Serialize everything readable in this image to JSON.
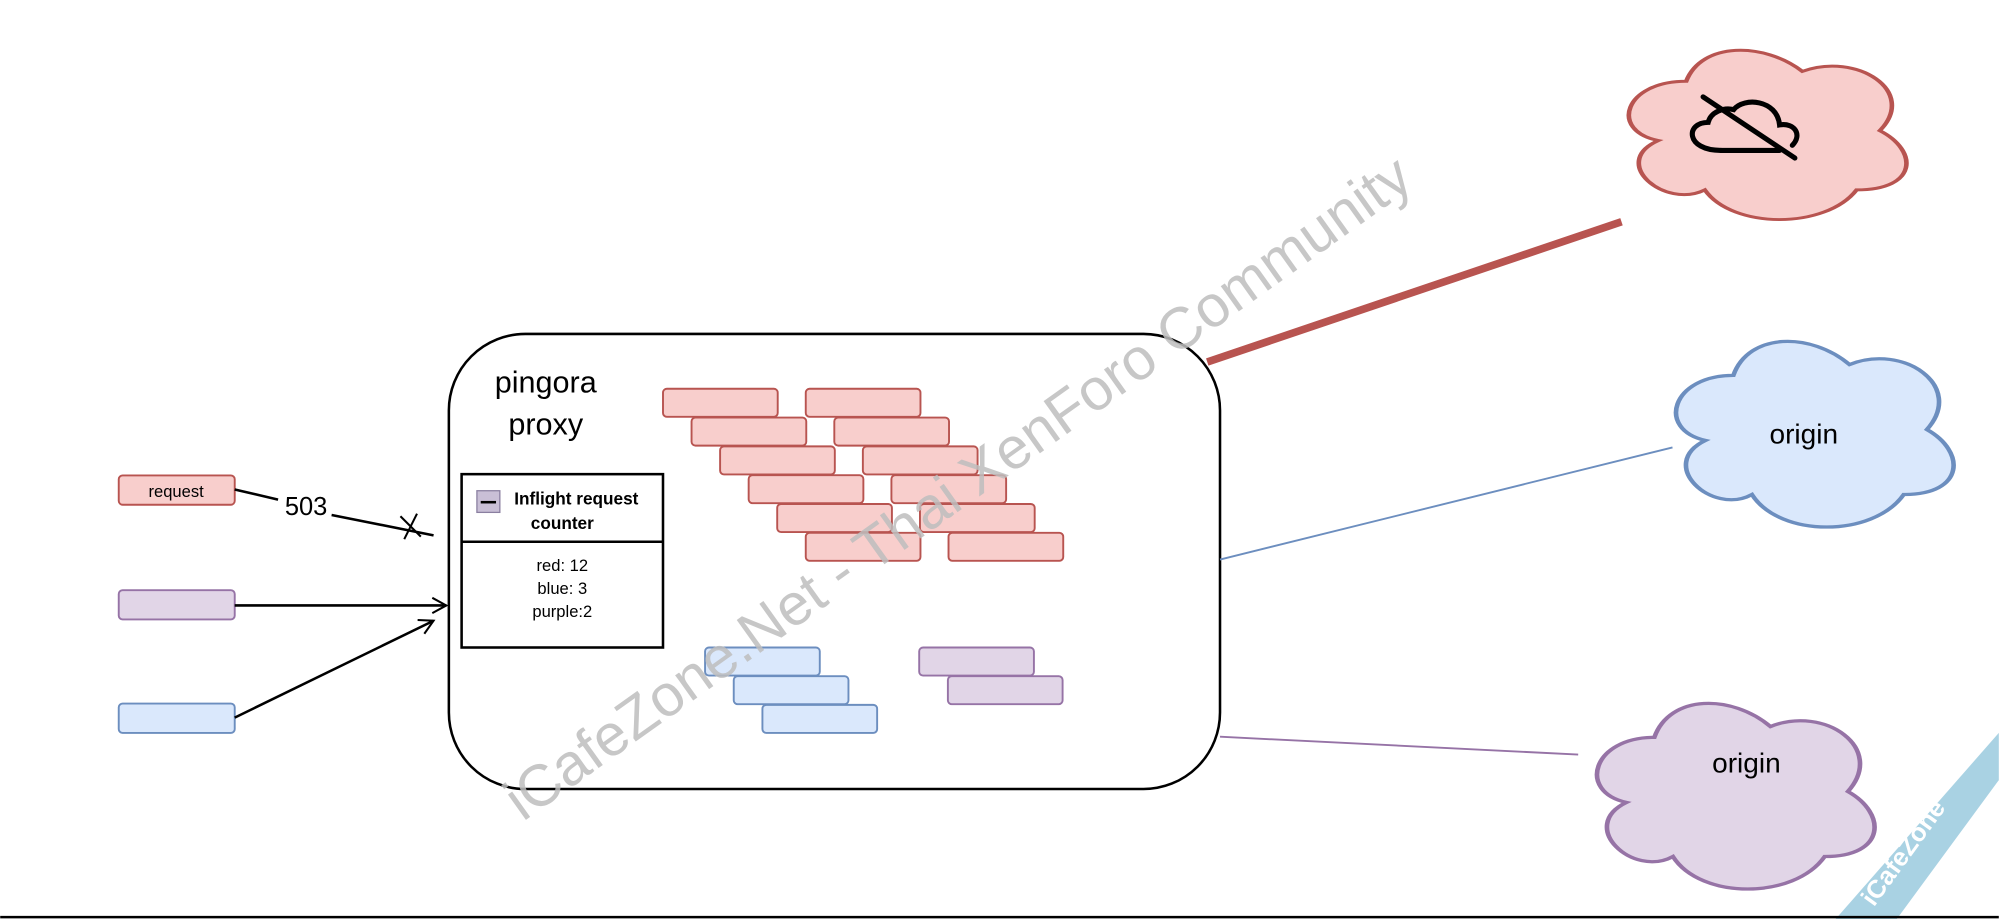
{
  "client_requests": {
    "red_label": "request",
    "rejected_status": "503"
  },
  "proxy": {
    "title_line1": "pingora",
    "title_line2": "proxy",
    "counter": {
      "title_line1": "Inflight request",
      "title_line2": "counter",
      "rows": [
        "red: 12",
        "blue: 3",
        "purple:2"
      ]
    },
    "inflight_counts": {
      "red": 12,
      "blue": 3,
      "purple": 2
    }
  },
  "origins": {
    "red_icon": "cloud-off-icon",
    "blue_label": "origin",
    "purple_label": "origin"
  },
  "colors": {
    "red_fill": "#f8cecc",
    "red_stroke": "#b85450",
    "blue_fill": "#dae8fc",
    "blue_stroke": "#6c8ebf",
    "purple_fill": "#e1d5e7",
    "purple_stroke": "#9673a6"
  },
  "watermark": {
    "text": "iCafeZone.Net - Thai XenForo Community",
    "ribbon": "iCafeZone"
  }
}
